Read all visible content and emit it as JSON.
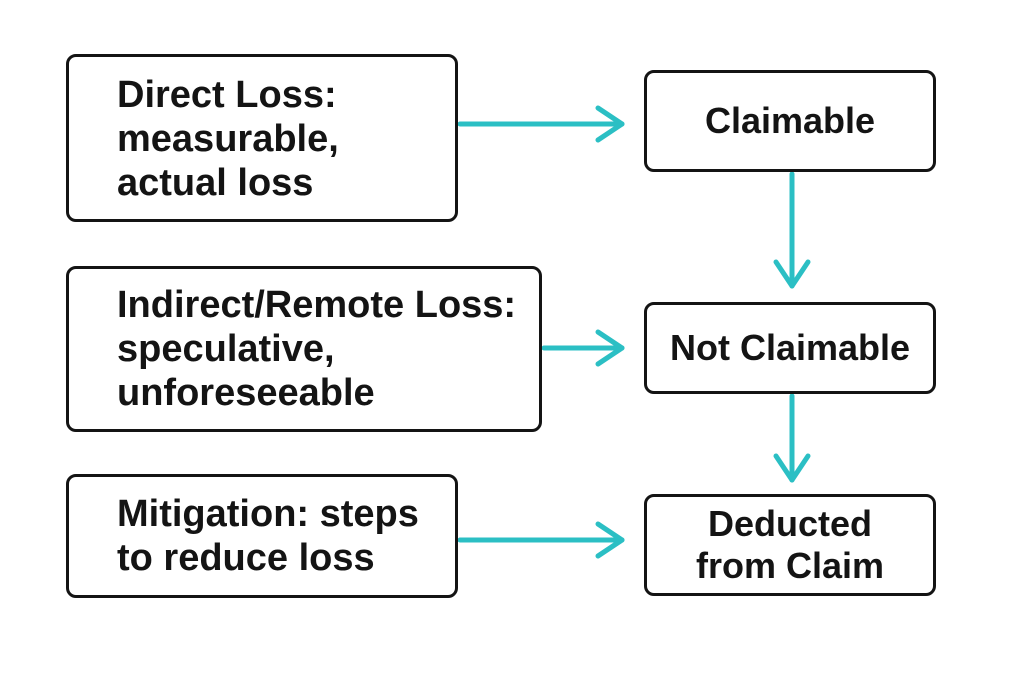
{
  "nodes": {
    "direct_loss": "Direct Loss:\nmeasurable,\nactual loss",
    "indirect_loss": "Indirect/Remote Loss:\nspeculative,\nunforeseeable",
    "mitigation": "Mitigation: steps\nto reduce loss",
    "claimable": "Claimable",
    "not_claimable": "Not Claimable",
    "deducted": "Deducted\nfrom Claim"
  },
  "edges": [
    {
      "from": "direct_loss",
      "to": "claimable"
    },
    {
      "from": "indirect_loss",
      "to": "not_claimable"
    },
    {
      "from": "mitigation",
      "to": "deducted"
    },
    {
      "from": "claimable",
      "to": "not_claimable"
    },
    {
      "from": "not_claimable",
      "to": "deducted"
    }
  ],
  "colors": {
    "arrow": "#2bbfc4",
    "border": "#141414",
    "text": "#141414",
    "background": "#ffffff"
  }
}
